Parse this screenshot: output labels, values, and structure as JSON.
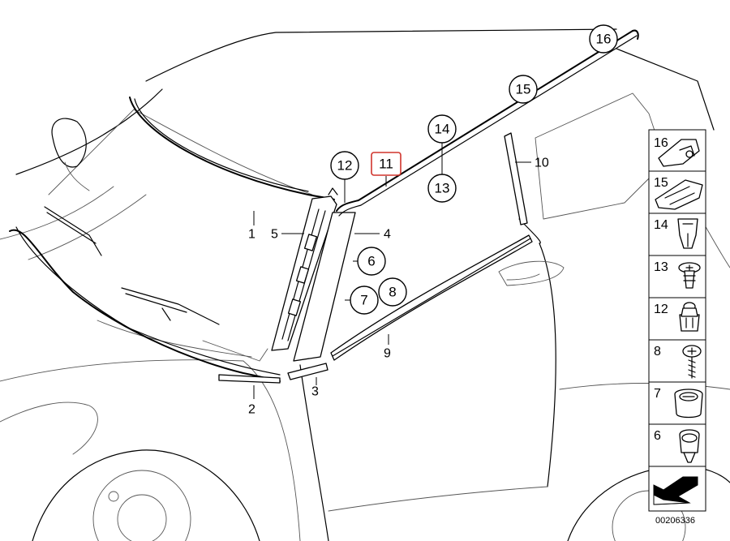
{
  "callouts": {
    "c1": "1",
    "c2": "2",
    "c3": "3",
    "c4": "4",
    "c5": "5",
    "c6": "6",
    "c7": "7",
    "c8": "8",
    "c9": "9",
    "c10": "10",
    "c11": "11",
    "c12": "12",
    "c13": "13",
    "c14": "14",
    "c15": "15",
    "c16": "16"
  },
  "selected_callout": "11",
  "legend": [
    "16",
    "15",
    "14",
    "13",
    "12",
    "8",
    "7",
    "6"
  ],
  "reference_number": "00206336",
  "colors": {
    "line": "#000000",
    "highlight": "#d0342c",
    "background": "#ffffff"
  }
}
